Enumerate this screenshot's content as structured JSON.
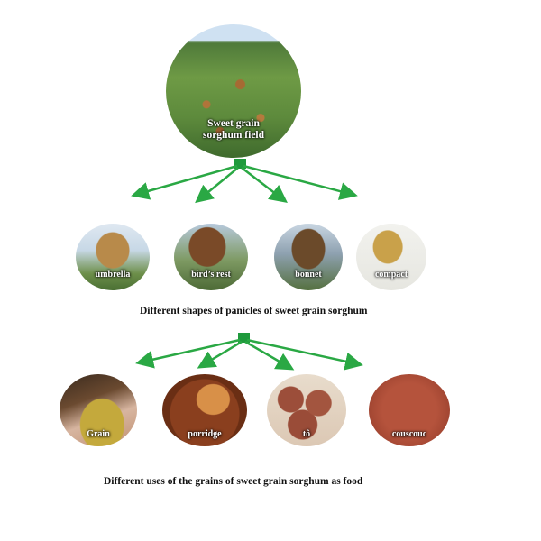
{
  "top": {
    "label_line1": "Sweet grain",
    "label_line2": "sorghum  field"
  },
  "panicles": {
    "items": [
      {
        "label": "umbrella"
      },
      {
        "label": "bird’s rest"
      },
      {
        "label": "bonnet"
      },
      {
        "label": "compact"
      }
    ],
    "caption": "Different shapes of panicles of sweet grain sorghum"
  },
  "uses": {
    "items": [
      {
        "label": "Grain"
      },
      {
        "label": "porridge"
      },
      {
        "label": "tô"
      },
      {
        "label": "couscouc"
      }
    ],
    "caption": "Different uses of the grains  of sweet grain  sorghum  as food"
  },
  "colors": {
    "arrow": "#2aa844",
    "node": "#1f9a3c"
  }
}
